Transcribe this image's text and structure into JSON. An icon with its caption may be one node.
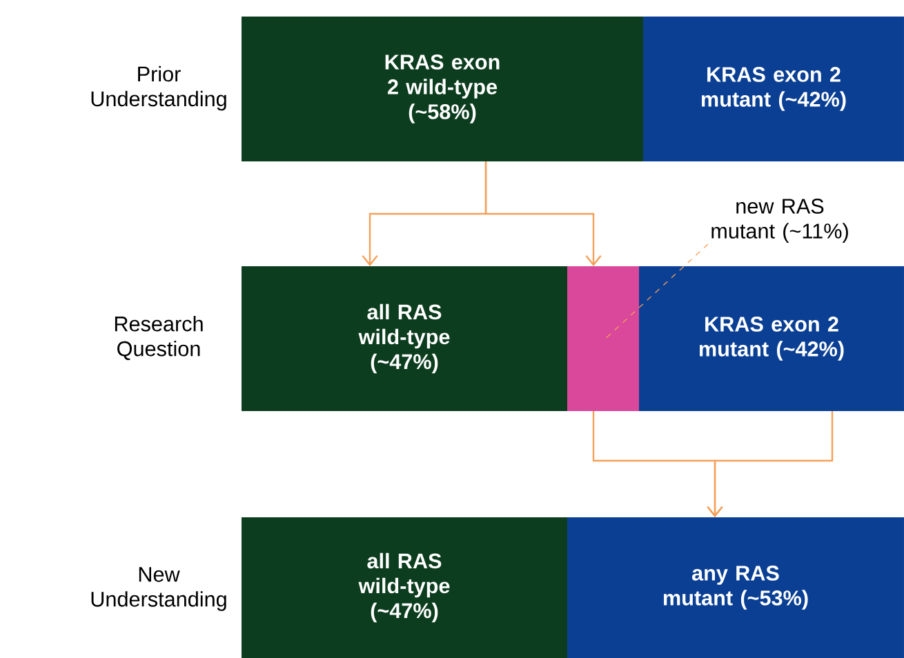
{
  "diagram": {
    "nodes": [
      {
        "text": [
          "KRAS exon 2 wild-type (~58%)"
        ]
      },
      {
        "text": [
          "KRAS exon 2 mutant (~42%)"
        ]
      },
      {
        "text": [
          "all RAS wild-type (~47%)"
        ]
      },
      {
        "text": [],
        "shape": "box"
      },
      {
        "text": [
          "KRAS exon 2 mutant (~42%)"
        ]
      },
      {
        "text": [
          "new RAS mutant (~11%)"
        ]
      },
      {
        "text": [
          "all RAS wild-type (~47%)"
        ]
      },
      {
        "text": [
          "any RAS mutant (~53%)"
        ]
      }
    ],
    "edges": [
      {
        "from": 0,
        "to": 2,
        "arrow": "to"
      },
      {
        "from": 0,
        "to": 3,
        "arrow": "to"
      },
      {
        "from": 5,
        "to": 3,
        "arrow": "none",
        "style": "dashed"
      },
      {
        "from": 3,
        "to": 7,
        "arrow": "to"
      },
      {
        "from": 4,
        "to": 7,
        "arrow": "to"
      }
    ],
    "labels": [
      "Prior Understanding",
      "Research Question",
      "New Understanding"
    ]
  }
}
